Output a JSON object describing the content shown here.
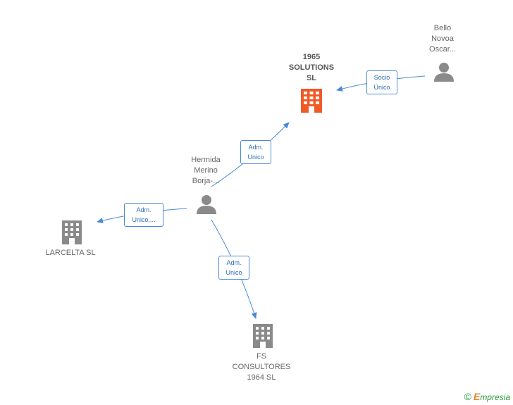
{
  "nodes": {
    "solutions": {
      "label": "1965\nSOLUTIONS\nSL",
      "type": "company",
      "color": "#f05a28"
    },
    "bello": {
      "label": "Bello\nNovoa\nOscar...",
      "type": "person",
      "color": "#8a8a8a"
    },
    "hermida": {
      "label": "Hermida\nMerino\nBorja-...",
      "type": "person",
      "color": "#8a8a8a"
    },
    "larcelta": {
      "label": "LARCELTA  SL",
      "type": "company",
      "color": "#8a8a8a"
    },
    "fs": {
      "label": "FS\nCONSULTORES\n1964  SL",
      "type": "company",
      "color": "#8a8a8a"
    }
  },
  "edges": {
    "bello_solutions": {
      "label": "Socio\nÚnico"
    },
    "hermida_solutions": {
      "label": "Adm.\nUnico"
    },
    "hermida_larcelta": {
      "label": "Adm.\nUnico,..."
    },
    "hermida_fs": {
      "label": "Adm.\nUnico"
    }
  },
  "colors": {
    "edge": "#4a8ad6"
  },
  "footer": {
    "copyright": "©",
    "brand_initial": "E",
    "brand_rest": "mpresia"
  }
}
